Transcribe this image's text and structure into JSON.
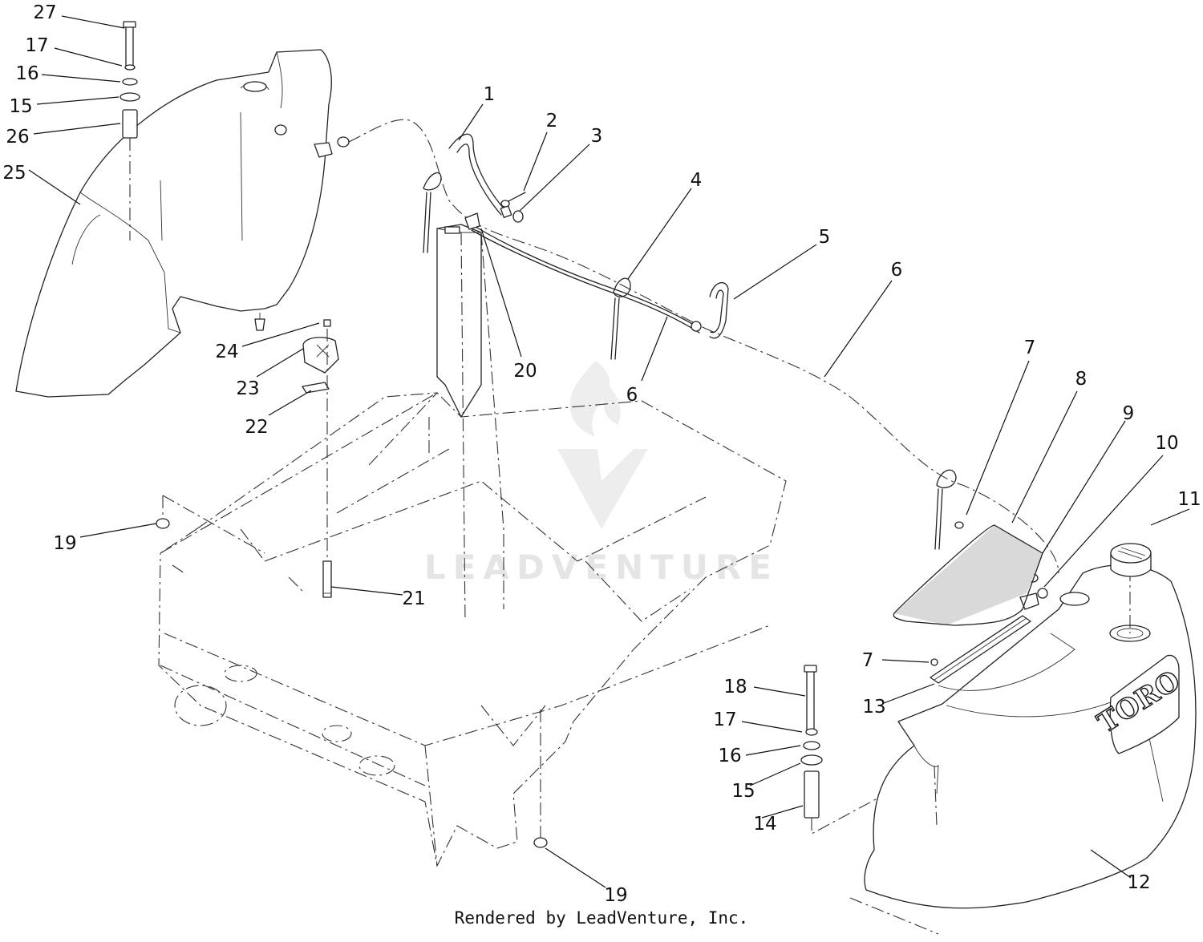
{
  "diagram": {
    "watermark": "LEADVENTURE",
    "brand_plate": "TORO",
    "credit": "Rendered by LeadVenture, Inc.",
    "callouts": [
      {
        "id": "c27",
        "label": "27"
      },
      {
        "id": "c17a",
        "label": "17"
      },
      {
        "id": "c16a",
        "label": "16"
      },
      {
        "id": "c15a",
        "label": "15"
      },
      {
        "id": "c26",
        "label": "26"
      },
      {
        "id": "c25",
        "label": "25"
      },
      {
        "id": "c1",
        "label": "1"
      },
      {
        "id": "c2",
        "label": "2"
      },
      {
        "id": "c3",
        "label": "3"
      },
      {
        "id": "c4",
        "label": "4"
      },
      {
        "id": "c5",
        "label": "5"
      },
      {
        "id": "c6a",
        "label": "6"
      },
      {
        "id": "c6b",
        "label": "6"
      },
      {
        "id": "c20",
        "label": "20"
      },
      {
        "id": "c24",
        "label": "24"
      },
      {
        "id": "c23",
        "label": "23"
      },
      {
        "id": "c22",
        "label": "22"
      },
      {
        "id": "c19a",
        "label": "19"
      },
      {
        "id": "c21",
        "label": "21"
      },
      {
        "id": "c7a",
        "label": "7"
      },
      {
        "id": "c8",
        "label": "8"
      },
      {
        "id": "c9",
        "label": "9"
      },
      {
        "id": "c10",
        "label": "10"
      },
      {
        "id": "c11",
        "label": "11"
      },
      {
        "id": "c7b",
        "label": "7"
      },
      {
        "id": "c13",
        "label": "13"
      },
      {
        "id": "c18",
        "label": "18"
      },
      {
        "id": "c17b",
        "label": "17"
      },
      {
        "id": "c16b",
        "label": "16"
      },
      {
        "id": "c15b",
        "label": "15"
      },
      {
        "id": "c14",
        "label": "14"
      },
      {
        "id": "c12",
        "label": "12"
      },
      {
        "id": "c19b",
        "label": "19"
      }
    ]
  }
}
